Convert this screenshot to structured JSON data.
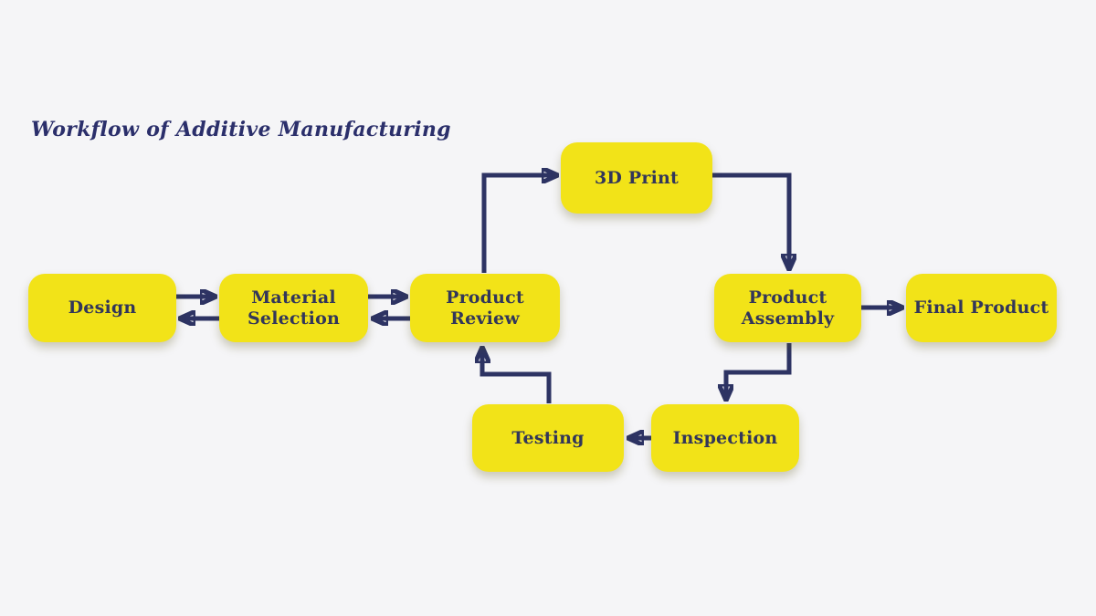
{
  "title": "Workflow of Additive Manufacturing",
  "nodes": {
    "design": {
      "label": "Design"
    },
    "material_selection": {
      "label": "Material\nSelection"
    },
    "product_review": {
      "label": "Product\nReview"
    },
    "print_3d": {
      "label": "3D Print"
    },
    "product_assembly": {
      "label": "Product\nAssembly"
    },
    "final_product": {
      "label": "Final Product"
    },
    "testing": {
      "label": "Testing"
    },
    "inspection": {
      "label": "Inspection"
    }
  },
  "edges": [
    {
      "from": "Design",
      "to": "Material Selection"
    },
    {
      "from": "Material Selection",
      "to": "Design"
    },
    {
      "from": "Material Selection",
      "to": "Product Review"
    },
    {
      "from": "Product Review",
      "to": "Material Selection"
    },
    {
      "from": "Product Review",
      "to": "3D Print"
    },
    {
      "from": "3D Print",
      "to": "Product Assembly"
    },
    {
      "from": "Product Assembly",
      "to": "Final Product"
    },
    {
      "from": "Product Assembly",
      "to": "Inspection"
    },
    {
      "from": "Inspection",
      "to": "Testing"
    },
    {
      "from": "Testing",
      "to": "Product Review"
    }
  ],
  "colors": {
    "background": "#F5F5F7",
    "node_fill": "#F2E318",
    "node_text": "#32365A",
    "arrow": "#2D3363",
    "title": "#2B2F6B"
  }
}
